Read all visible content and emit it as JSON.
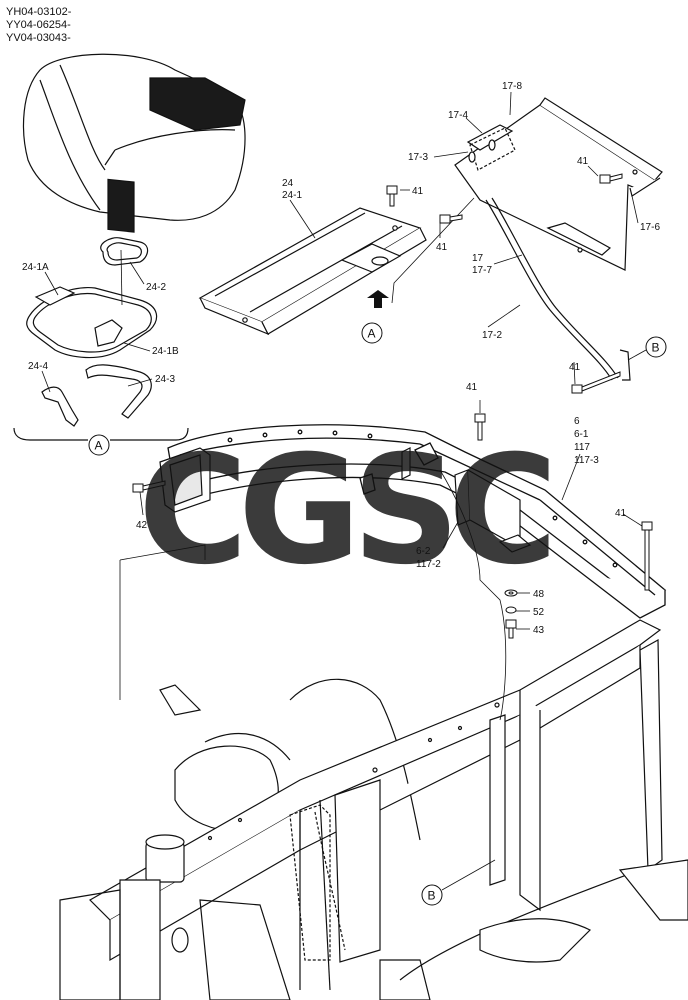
{
  "serials": [
    "YH04-03102-",
    "YY04-06254-",
    "YV04-03043-"
  ],
  "labels": {
    "p24": "24",
    "p24_1": "24-1",
    "p24_1A": "24-1A",
    "p24_1B": "24-1B",
    "p24_2": "24-2",
    "p24_3": "24-3",
    "p24_4": "24-4",
    "p17_8": "17-8",
    "p17_4": "17-4",
    "p17_3": "17-3",
    "p17_6": "17-6",
    "p17": "17",
    "p17_7": "17-7",
    "p17_2": "17-2",
    "p6": "6",
    "p6_1": "6-1",
    "p117": "117",
    "p117_3": "117-3",
    "p6_2": "6-2",
    "p117_2": "117-2",
    "p41": "41",
    "p42": "42",
    "p48": "48",
    "p52": "52",
    "p43": "43"
  },
  "callouts": {
    "A": "A",
    "B": "B"
  },
  "watermark": {
    "letters": [
      "C",
      "G",
      "S",
      "C"
    ],
    "colors": [
      "#4f8ff0",
      "#f05a54",
      "#f7c737",
      "#3cae6a"
    ]
  },
  "colors": {
    "line": "#111111",
    "paper": "#ffffff",
    "shade": "#222222"
  }
}
